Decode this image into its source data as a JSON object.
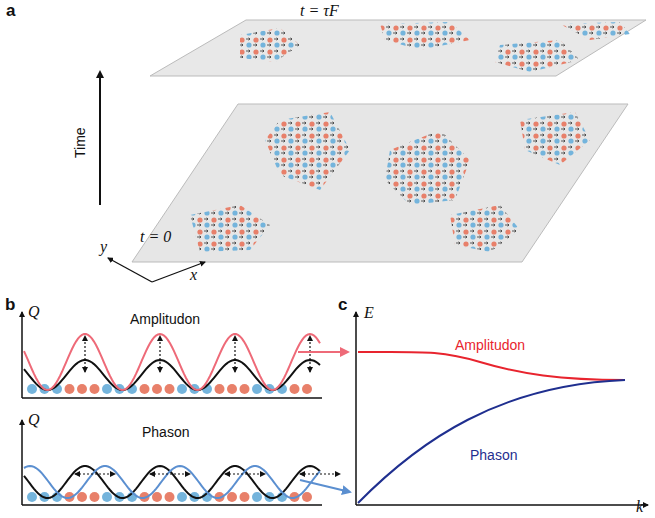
{
  "diagram": {
    "labels": [
      "a",
      "t = τF",
      "Time",
      "t = 0",
      "y",
      "x",
      "b",
      "Q",
      "Amplitudon",
      "Q",
      "Phason",
      "c",
      "E",
      "Amplitudon",
      "Phason",
      "k"
    ]
  }
}
